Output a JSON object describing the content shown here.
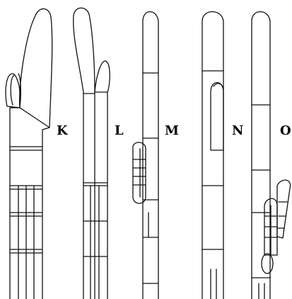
{
  "figure": {
    "panels": [
      {
        "id": "K",
        "label": "K"
      },
      {
        "id": "L",
        "label": "L"
      },
      {
        "id": "M",
        "label": "M"
      },
      {
        "id": "N",
        "label": "N"
      },
      {
        "id": "O",
        "label": "O"
      }
    ]
  }
}
